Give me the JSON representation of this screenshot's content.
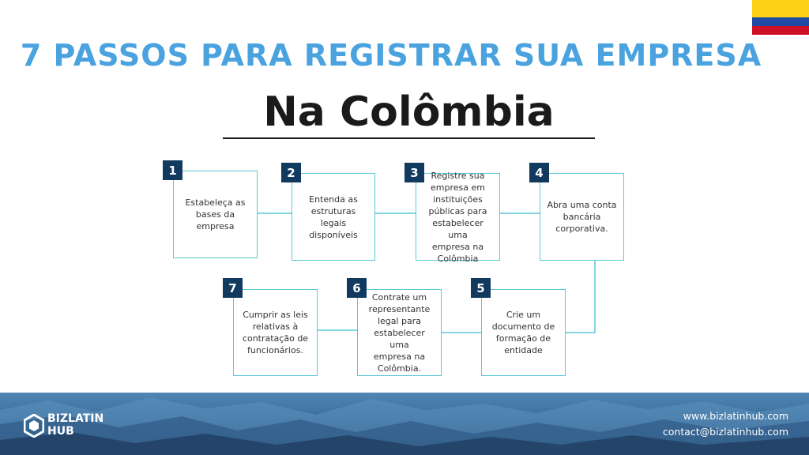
{
  "header": {
    "title": "7 PASSOS PARA REGISTRAR SUA EMPRESA",
    "subtitle": "Na Colômbia"
  },
  "flag": {
    "colors": [
      "#FCD116",
      "#1F4BA5",
      "#CE1126"
    ]
  },
  "steps": [
    {
      "number": "1",
      "text": "Estabeleça as\nbases da\nempresa"
    },
    {
      "number": "2",
      "text": "Entenda as\nestruturas legais\ndisponíveis"
    },
    {
      "number": "3",
      "text": "Registre sua\nempresa em\ninstituições\npúblicas para\nestabelecer uma\nempresa na\nColômbia"
    },
    {
      "number": "4",
      "text": "Abra uma conta\nbancária\ncorporativa."
    },
    {
      "number": "5",
      "text": "Crie um\ndocumento de\nformação de\nentidade"
    },
    {
      "number": "6",
      "text": "Contrate um\nrepresentante\nlegal para\nestabelecer uma\nempresa na\nColômbia."
    },
    {
      "number": "7",
      "text": "Cumprir as leis\nrelativas à\ncontratação de\nfuncionários."
    }
  ],
  "footer": {
    "logo_text": "BIZLATIN\nHUB",
    "website": "www.bizlatinhub.com",
    "email": "contact@bizlatinhub.com"
  },
  "colors": {
    "title": "#4AA3DF",
    "box_border": "#5BC8D8",
    "number_badge": "#123A5E"
  }
}
